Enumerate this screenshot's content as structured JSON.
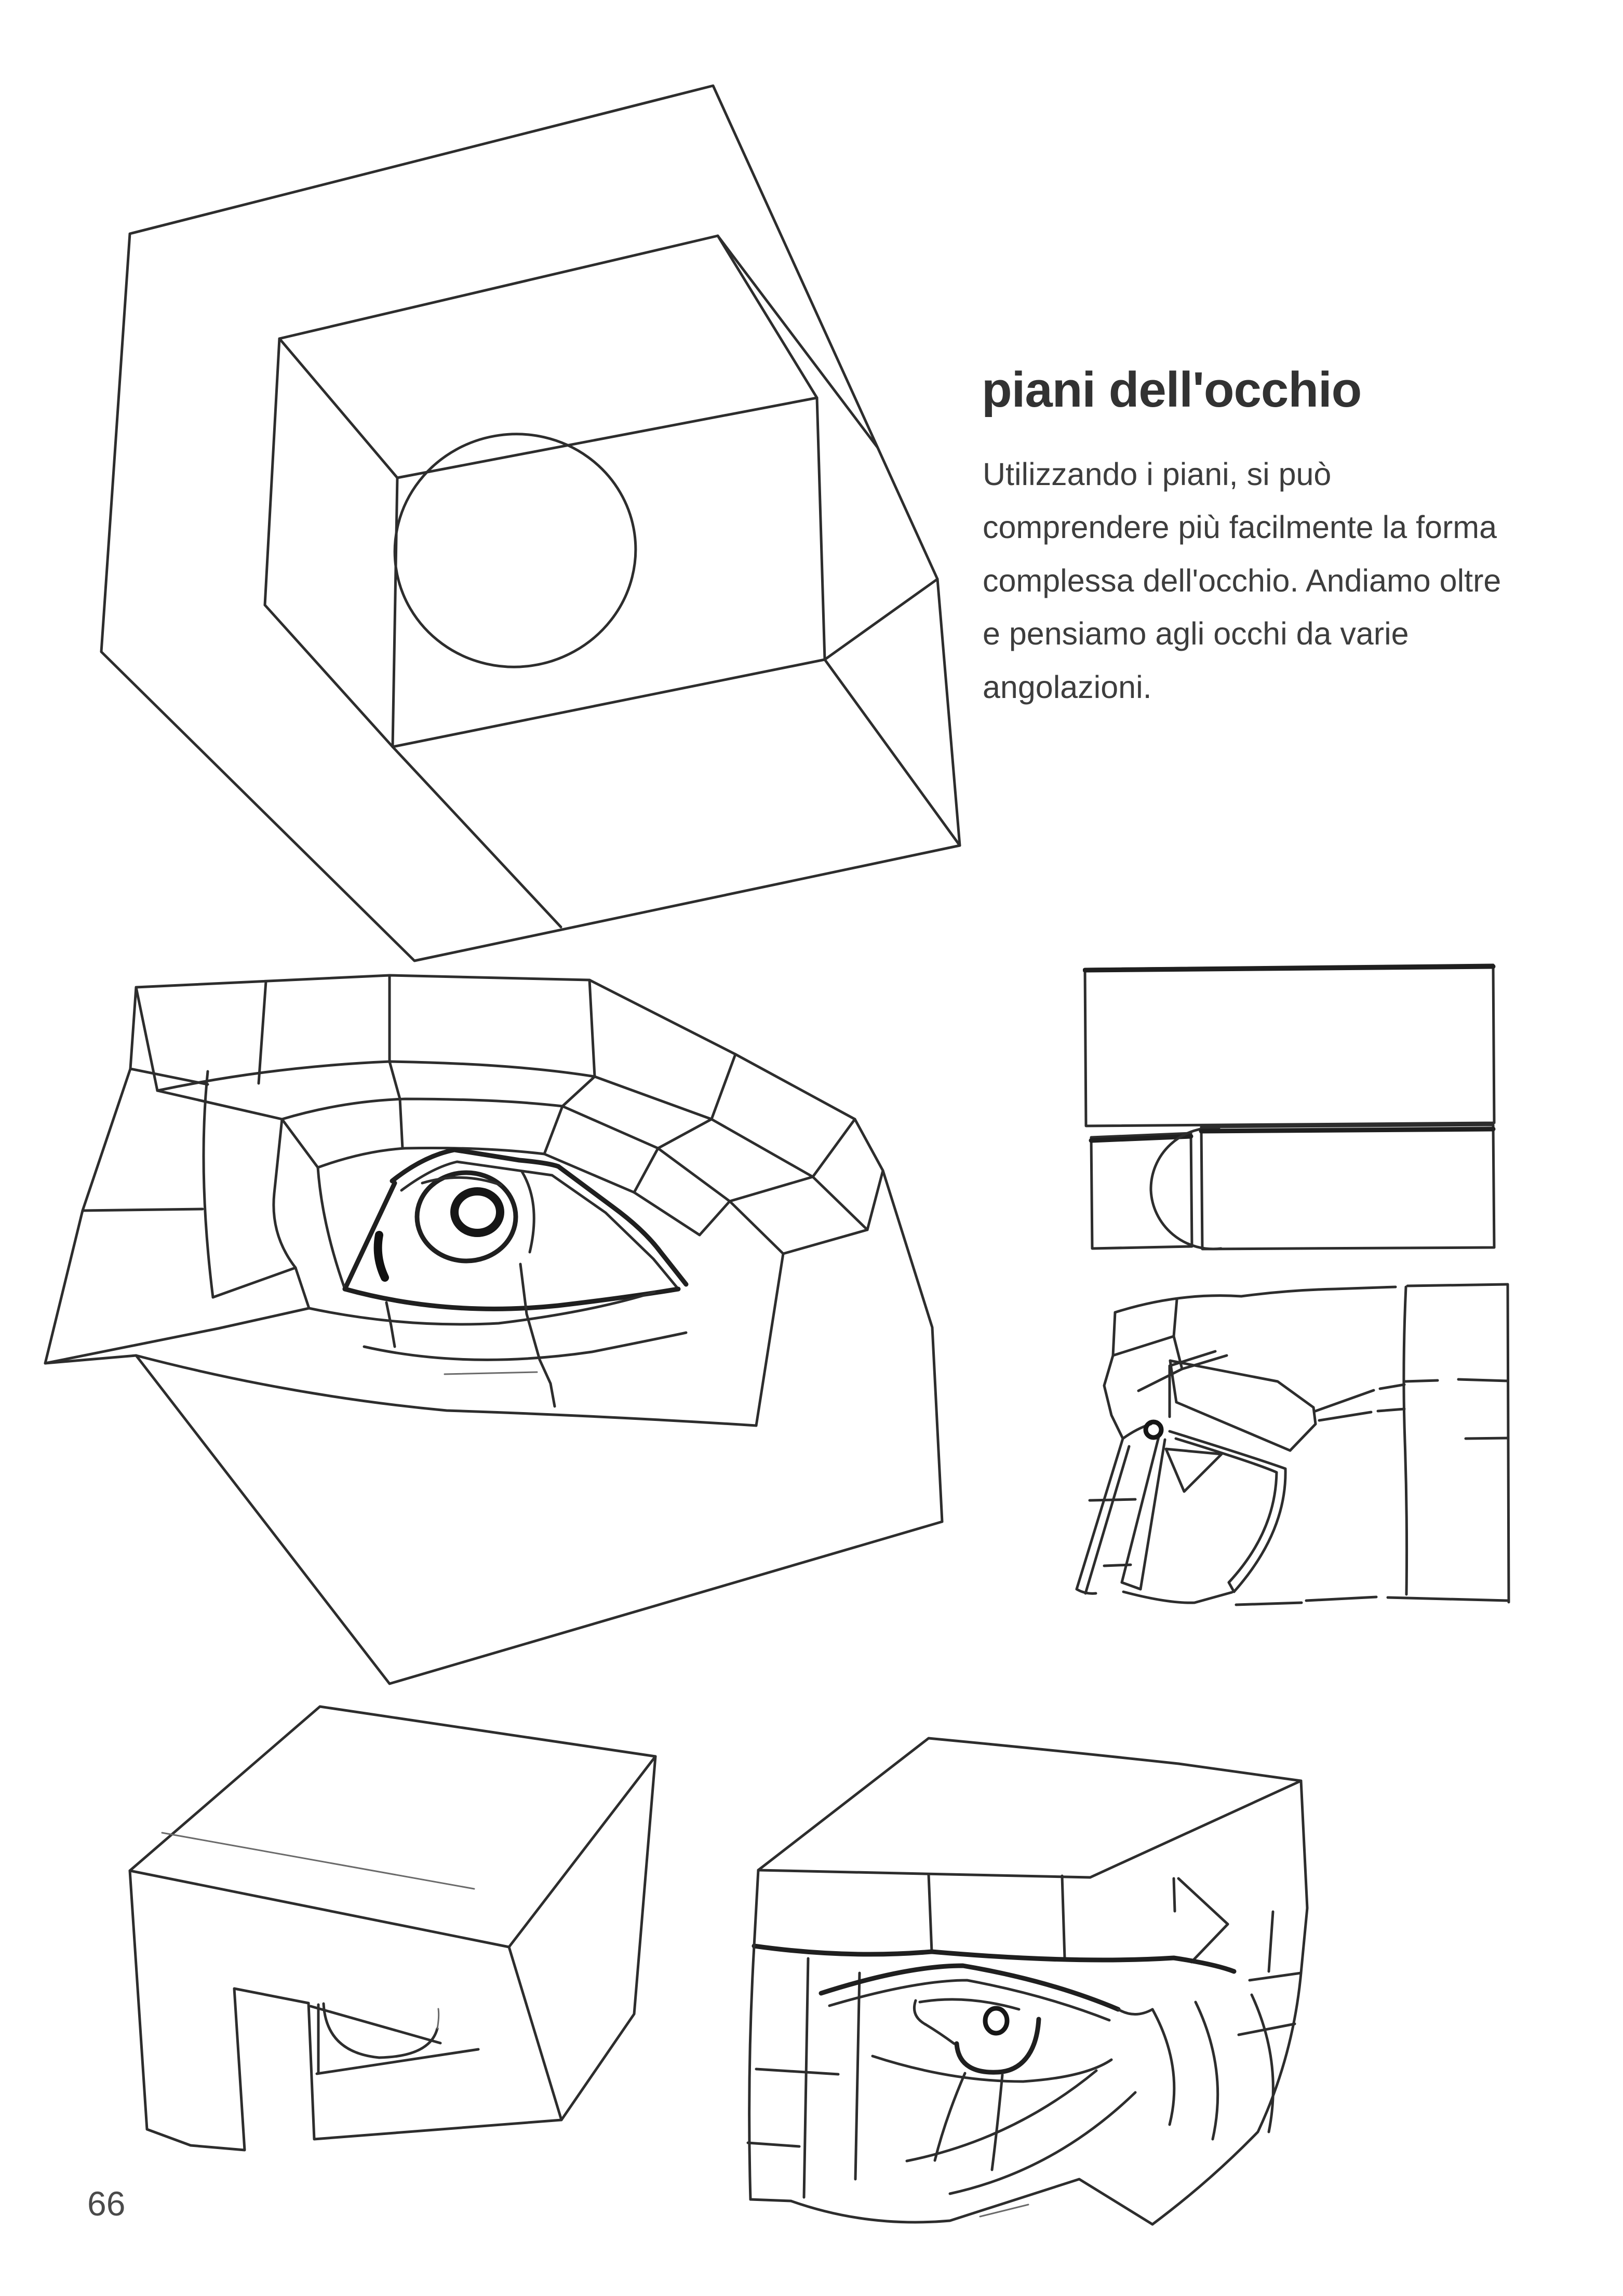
{
  "page": {
    "number": "66",
    "background_color": "#ffffff",
    "ink_color": "#2d2d2d",
    "text_color": "#3d3d3d"
  },
  "header": {
    "title": "piani dell'occhio",
    "paragraph": "Utilizzando i piani, si può\ncomprendere più facilmente la forma\ncomplessa dell'occhio. Andiamo oltre\ne pensiamo agli occhi da varie\nangolazioni."
  }
}
